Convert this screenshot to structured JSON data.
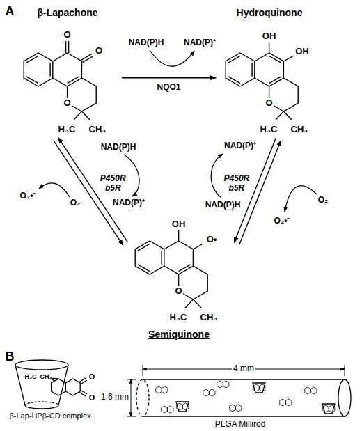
{
  "diagram": {
    "nodes": [
      {
        "text": [
          "β-Lapachone",
          "O",
          "O",
          "O",
          "H₃C",
          "CH₃"
        ]
      },
      {
        "text": [
          "Hydroquinone",
          "OH",
          "OH",
          "O",
          "H₃C",
          "CH₃"
        ]
      },
      {
        "text": [
          "Semiquinone",
          "OH",
          "O•",
          "O",
          "H₃C",
          "CH₃"
        ]
      },
      {
        "text": [
          "β-Lap-HPβ-CD complex",
          "H₃C",
          "CH₃",
          "O",
          "O"
        ]
      },
      {
        "text": [
          "PLGA Millirod"
        ]
      }
    ],
    "edges": [
      {
        "from": 0,
        "to": 1,
        "arrow": "to",
        "label": "NQO1"
      },
      {
        "from": 0,
        "to": 2,
        "arrow": "both",
        "label": "P450R b5R"
      },
      {
        "from": 1,
        "to": 2,
        "arrow": "both",
        "label": "P450R b5R"
      }
    ],
    "labels": [
      "A",
      "NAD(P)H",
      "NAD(P)⁺",
      "NAD(P)H",
      "NAD(P)⁺",
      "O₂•⁻",
      "O₂",
      "NAD(P)⁺",
      "NAD(P)H",
      "O₂",
      "O₂•⁻",
      "B",
      "4 mm",
      "1.6 mm"
    ]
  }
}
